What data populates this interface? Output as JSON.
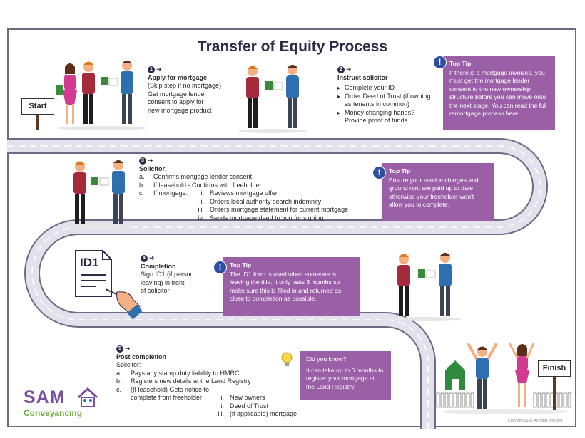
{
  "title": "Transfer of Equity Process",
  "signs": {
    "start": "Start",
    "finish": "Finish"
  },
  "step1": {
    "num": "1",
    "heading": "Apply for mortgage",
    "lines": [
      "(Skip step if no mortgage)",
      "Get mortgage lender",
      "consent to apply for",
      "new mortgage product"
    ]
  },
  "step2": {
    "num": "2",
    "heading": "Instruct solicitor",
    "bullets": [
      "Complete your ID",
      "Order Deed of Trust (if owning as tenants in common)",
      "Money changing hands? Provide proof of funds"
    ]
  },
  "tip1": {
    "heading": "Top Tip",
    "body": "If there is a mortgage involved, you must get the mortgage lender consent to the new ownership structure before you can move onto the next stage. You can read the full remortgage process here."
  },
  "step3": {
    "num": "3",
    "heading": "Solicitor:",
    "a": {
      "label": "a.",
      "text": "Confirms mortgage lender consent"
    },
    "b": {
      "label": "b.",
      "text": "If leasehold - Confirms with freeholder"
    },
    "c": {
      "label": "c.",
      "text": "If mortgage:"
    },
    "subs": [
      {
        "label": "i.",
        "text": "Reviews mortgage offer"
      },
      {
        "label": "ii.",
        "text": "Orders local authority search indemnity"
      },
      {
        "label": "iii.",
        "text": "Orders mortgage statement for current mortgage"
      },
      {
        "label": "iv.",
        "text": "Sends mortgage deed to you for signing"
      }
    ]
  },
  "tip2": {
    "heading": "Top Tip",
    "body": "Ensure your service charges and ground rent are paid up to date otherwise your freeholder won't allow you to complete."
  },
  "id1": {
    "label": "ID1"
  },
  "step4": {
    "num": "4",
    "heading": "Completion",
    "lines": [
      "Sign ID1 (if person",
      "leaving) in front",
      "of solicitor"
    ]
  },
  "tip3": {
    "heading": "Top Tip",
    "body": "The ID1 form is used when someone is leaving the title. It only lasts 3 months so make sure this is filled in and returned as close to completion as possible."
  },
  "step5": {
    "num": "5",
    "heading": "Post completion",
    "sub": "Solicitor:",
    "a": {
      "label": "a.",
      "text": "Pays any stamp duty liability to HMRC"
    },
    "b": {
      "label": "b.",
      "text": "Registers new details at the Land Registry"
    },
    "c": {
      "label": "c.",
      "text": "(If leasehold) Gets notice to"
    },
    "c2": "complete from freeholder",
    "subs": [
      {
        "label": "i.",
        "text": "New owners"
      },
      {
        "label": "ii.",
        "text": "Deed of Trust"
      },
      {
        "label": "iii.",
        "text": "(if applicable) mortgage"
      }
    ]
  },
  "tip4": {
    "heading": "Did you know?",
    "body": "It can take up to 6 months to register your mortgage at the Land Registry."
  },
  "logo": {
    "line1": "SAM",
    "line2": "Conveyancing"
  },
  "copyright": "Copyright 2018. All rights reserved",
  "colors": {
    "tip_bg": "#9b5fa8",
    "road": "#dcdae6",
    "road_edge": "#6d6a86",
    "title": "#2e2a4a",
    "logo": "#7a4fa3",
    "logo_green": "#6aaa3a"
  }
}
